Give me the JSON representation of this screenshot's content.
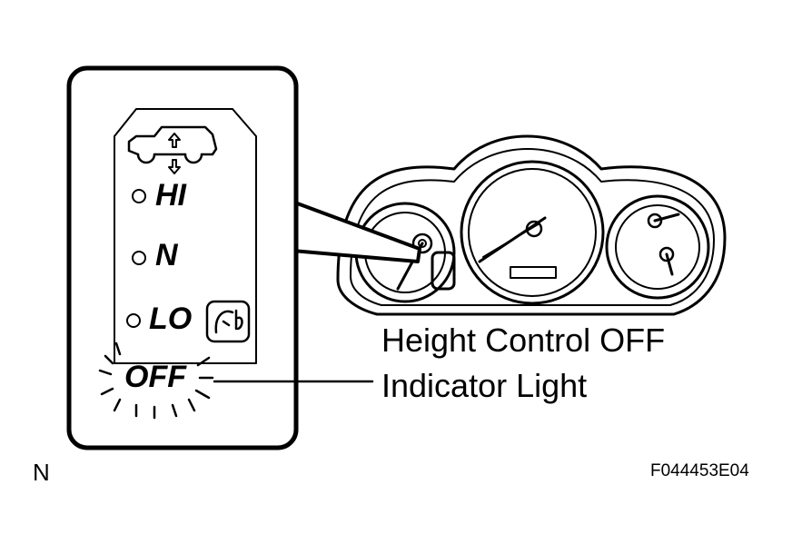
{
  "panel": {
    "indicators": [
      {
        "label": "HI"
      },
      {
        "label": "N"
      },
      {
        "label": "LO"
      },
      {
        "label": "OFF"
      }
    ]
  },
  "callout": {
    "line1": "Height Control OFF",
    "line2": "Indicator Light"
  },
  "footer": {
    "corner_letter": "N",
    "figure_code": "F044453E04"
  },
  "colors": {
    "ink": "#000000",
    "background": "#ffffff"
  }
}
